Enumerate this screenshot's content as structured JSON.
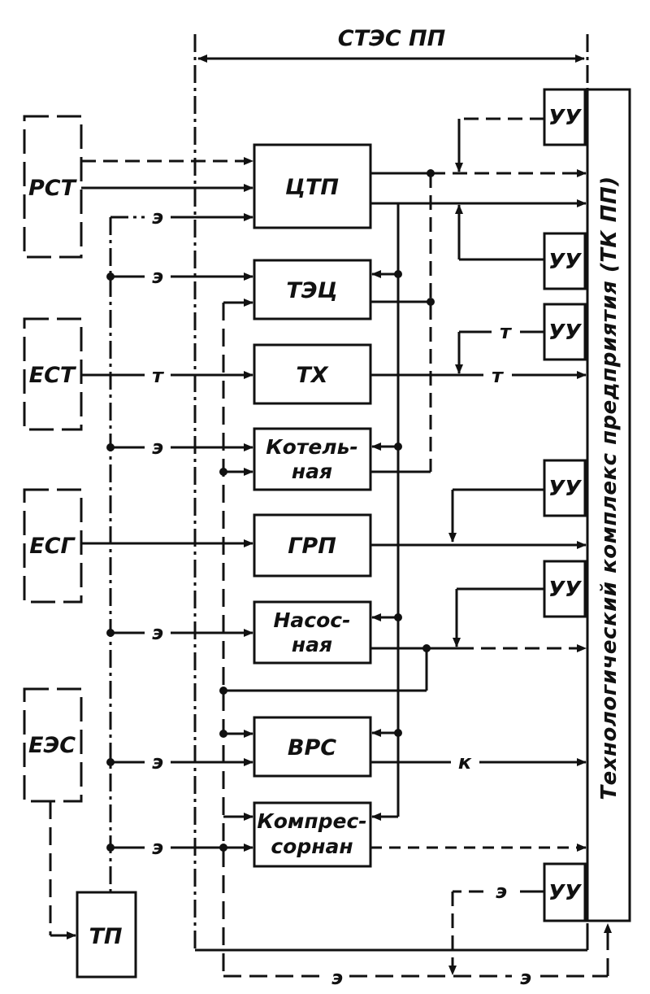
{
  "title": "СТЭС ПП",
  "external_sources": {
    "rst": "РСТ",
    "est": "ЕСТ",
    "esg": "ЕСГ",
    "ees": "ЕЭС"
  },
  "substation": "ТП",
  "plants": {
    "ctp": "ЦТП",
    "tec": "ТЭЦ",
    "tx": "ТХ",
    "boiler_line1": "Котель-",
    "boiler_line2": "ная",
    "grp": "ГРП",
    "pump_line1": "Насос-",
    "pump_line2": "ная",
    "vrs": "ВРС",
    "compressor_line1": "Компрес-",
    "compressor_line2": "сорнан"
  },
  "control_unit": "УУ",
  "consumer": "Технологический комплекс предприятия (ТК ПП)",
  "flow_labels": {
    "electric": "э",
    "thermal": "т",
    "condensate": "к"
  }
}
